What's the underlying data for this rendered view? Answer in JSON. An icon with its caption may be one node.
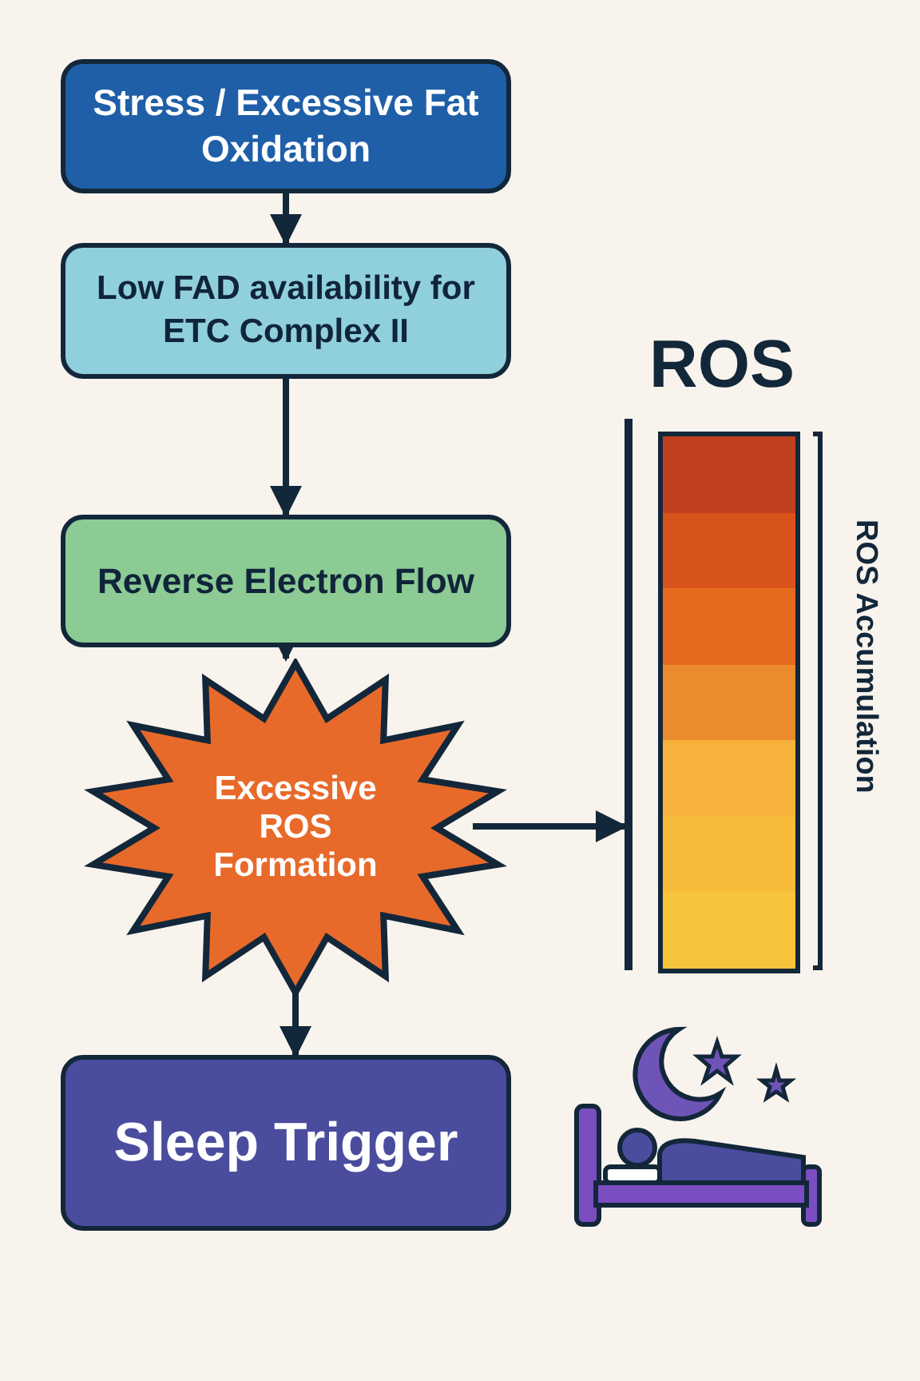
{
  "diagram": {
    "nodes": [
      {
        "text": [
          "Stress / Excessive Fat Oxidation"
        ]
      },
      {
        "text": [
          "Low FAD availability for ETC Complex II"
        ]
      },
      {
        "text": [
          "Reverse Electron Flow"
        ]
      },
      {
        "text": [
          "Excessive ROS Formation"
        ]
      },
      {
        "text": [
          "Sleep Trigger"
        ]
      },
      {
        "text": [
          "ROS"
        ],
        "beside": [
          "ROS Accumulation"
        ]
      }
    ],
    "edges": [
      {
        "from": 0,
        "to": 1,
        "arrow": "to"
      },
      {
        "from": 1,
        "to": 2,
        "arrow": "to"
      },
      {
        "from": 2,
        "to": 3,
        "arrow": "to"
      },
      {
        "from": 3,
        "to": 4,
        "arrow": "to"
      },
      {
        "from": 3,
        "to": 5,
        "arrow": "to"
      }
    ]
  }
}
